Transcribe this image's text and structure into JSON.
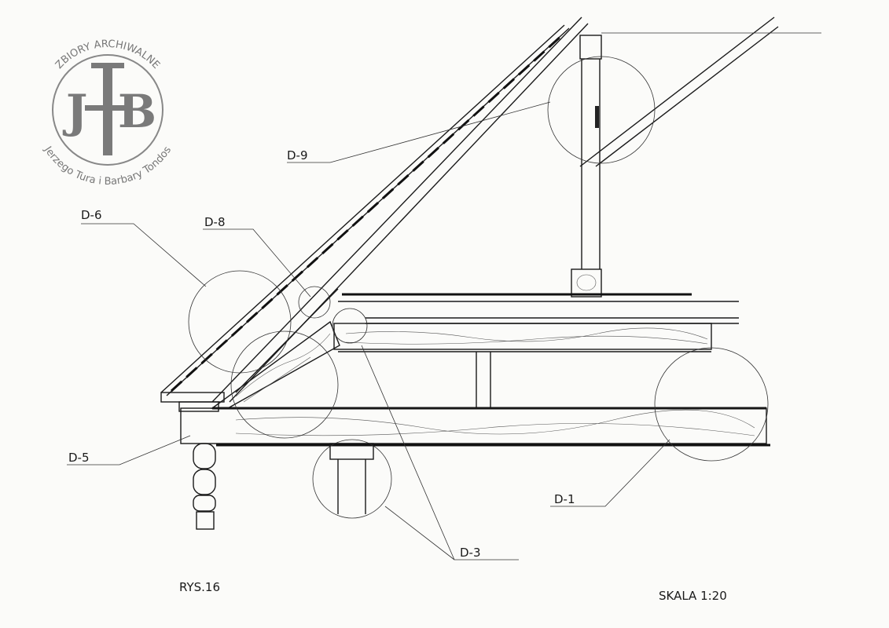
{
  "logo": {
    "top_text": "ZBIORY ARCHIWALNE",
    "bottom_text": "Jerzego Tura i Barbary Tondos",
    "monogram": "JTB",
    "left_letter": "J",
    "right_letter": "B"
  },
  "labels": {
    "d9": "D-9",
    "d6": "D-6",
    "d8": "D-8",
    "d5": "D-5",
    "d1": "D-1",
    "d3": "D-3"
  },
  "drawing_number": "RYS.16",
  "scale": "SKALA 1:20"
}
